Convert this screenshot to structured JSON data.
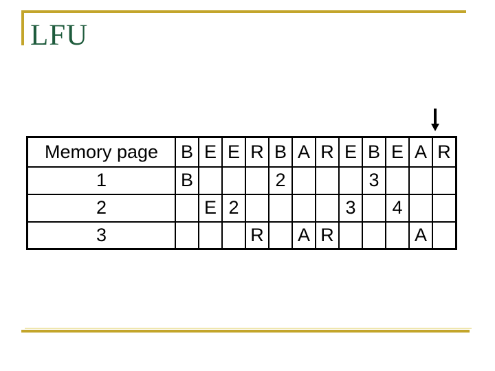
{
  "slide_title": "LFU",
  "colors": {
    "title_green": "#1E5B3C",
    "gold": "#C3A52B",
    "light_gold": "#EFE6AE",
    "load_purple": "#BB79DC",
    "count_red": "#C32626",
    "table_border": "#000000",
    "arrow_black": "#000000"
  },
  "arrow": {
    "icon": "down-arrow-icon",
    "points_to_reference_index": 10
  },
  "table": {
    "header_label": "Memory page",
    "reference_string": [
      "B",
      "E",
      "E",
      "R",
      "B",
      "A",
      "R",
      "E",
      "B",
      "E",
      "A",
      "R"
    ],
    "rows": [
      {
        "label": "1",
        "cells": [
          {
            "col": 0,
            "text": "B",
            "kind": "load"
          },
          {
            "col": 4,
            "text": "2",
            "kind": "count"
          },
          {
            "col": 8,
            "text": "3",
            "kind": "count"
          }
        ]
      },
      {
        "label": "2",
        "cells": [
          {
            "col": 1,
            "text": "E",
            "kind": "load"
          },
          {
            "col": 2,
            "text": "2",
            "kind": "count"
          },
          {
            "col": 7,
            "text": "3",
            "kind": "count"
          },
          {
            "col": 9,
            "text": "4",
            "kind": "count"
          }
        ]
      },
      {
        "label": "3",
        "cells": [
          {
            "col": 3,
            "text": "R",
            "kind": "load"
          },
          {
            "col": 5,
            "text": "A",
            "kind": "load"
          },
          {
            "col": 6,
            "text": "R",
            "kind": "load"
          },
          {
            "col": 10,
            "text": "A",
            "kind": "load"
          }
        ]
      }
    ]
  }
}
